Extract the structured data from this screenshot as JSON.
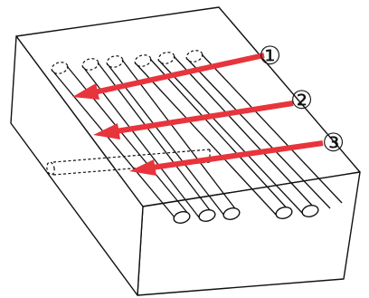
{
  "diagram": {
    "labels": [
      "①",
      "②",
      "③"
    ],
    "colors": {
      "arrow": "#e8343c",
      "line": "#111111",
      "background": "#ffffff"
    }
  }
}
